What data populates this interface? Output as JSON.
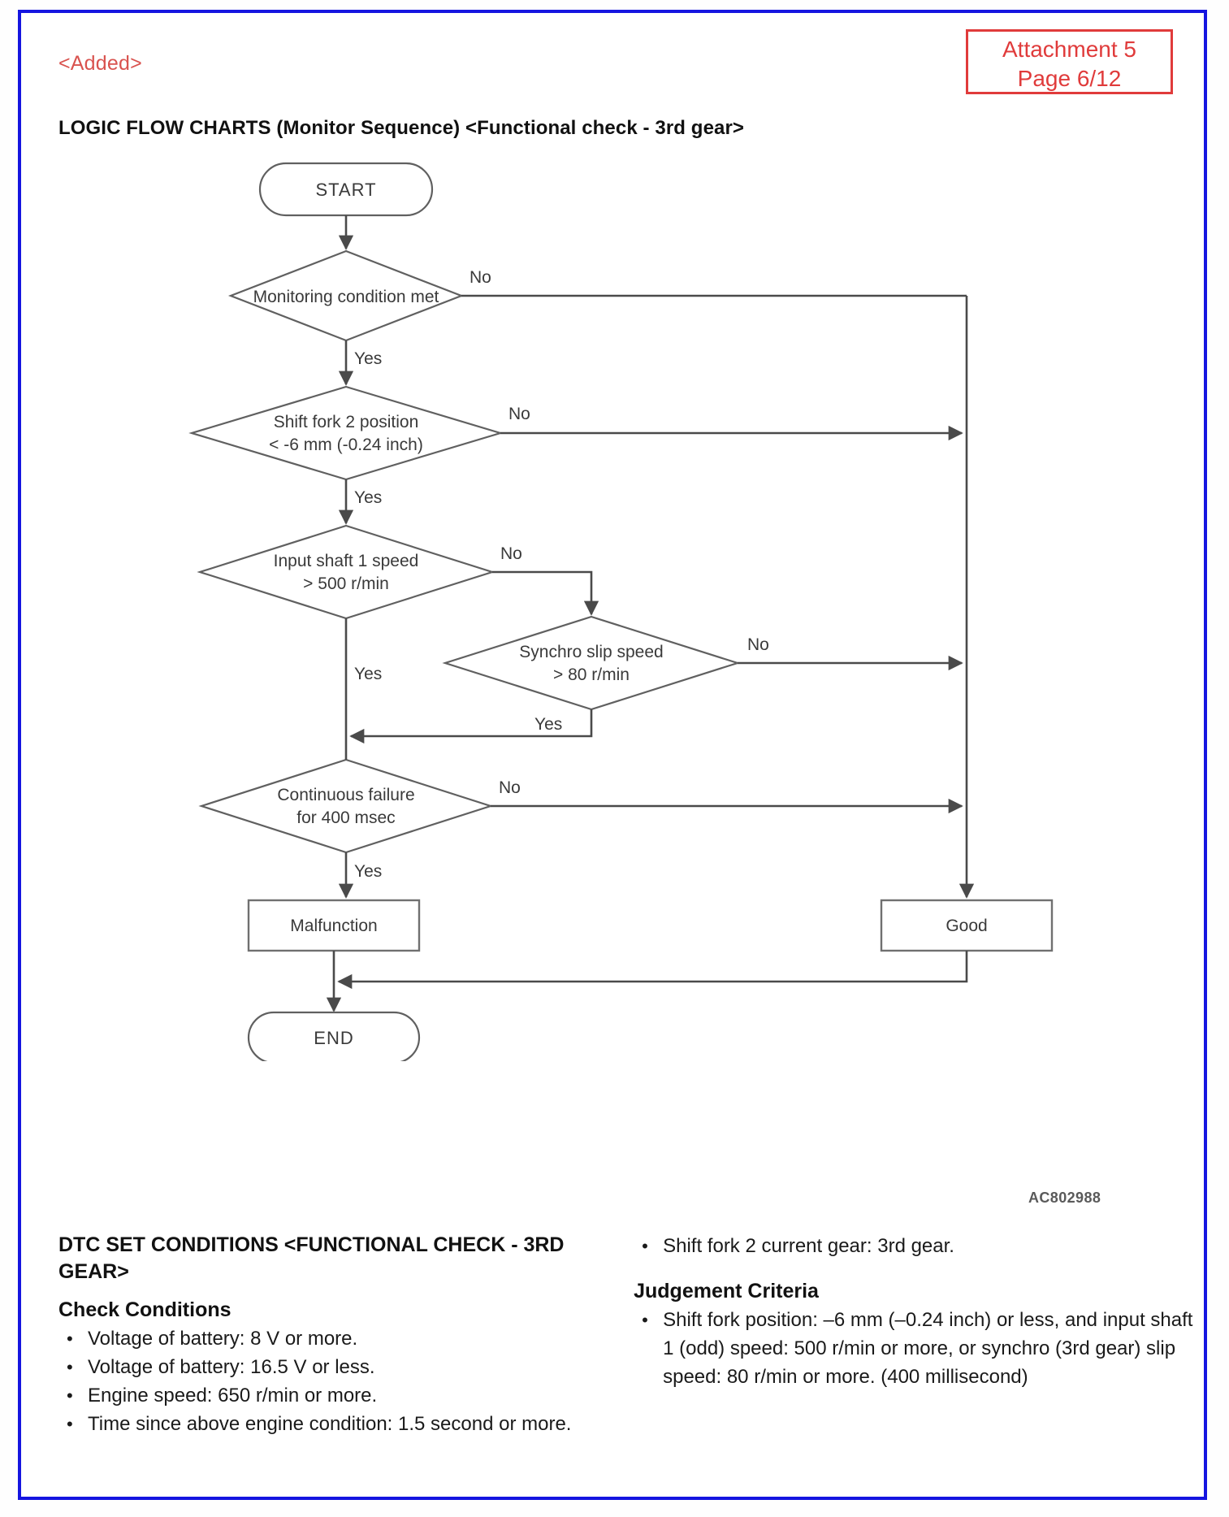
{
  "document": {
    "added_label": "<Added>",
    "attachment_line1": "Attachment 5",
    "attachment_line2": "Page 6/12",
    "chart_title": "LOGIC FLOW CHARTS (Monitor Sequence) <Functional check - 3rd gear>",
    "figure_code": "AC802988",
    "frame_color": "#1515e0",
    "accent_red": "#e03b3b"
  },
  "flowchart": {
    "nodes": {
      "start": "START",
      "decision1": "Monitoring condition met",
      "decision2_line1": "Shift fork 2 position",
      "decision2_line2": "< -6 mm (-0.24 inch)",
      "decision3_line1": "Input shaft 1 speed",
      "decision3_line2": "> 500 r/min",
      "decision4_line1": "Synchro slip speed",
      "decision4_line2": "> 80 r/min",
      "decision5_line1": "Continuous failure",
      "decision5_line2": "for 400 msec",
      "malfunction": "Malfunction",
      "good": "Good",
      "end": "END"
    },
    "edges": {
      "d1_no": "No",
      "d1_yes": "Yes",
      "d2_no": "No",
      "d2_yes": "Yes",
      "d3_no": "No",
      "d3_yes": "Yes",
      "d4_no": "No",
      "d4_yes": "Yes",
      "d5_no": "No",
      "d5_yes": "Yes"
    }
  },
  "conditions": {
    "left": {
      "section_title": "DTC SET CONDITIONS <FUNCTIONAL CHECK - 3RD GEAR>",
      "check_heading": "Check Conditions",
      "check_items": [
        "Voltage of battery: 8 V or more.",
        "Voltage of battery: 16.5 V or less.",
        "Engine speed: 650 r/min or more.",
        "Time since above engine condition: 1.5 second or more."
      ]
    },
    "right": {
      "extra_item": "Shift fork 2 current gear: 3rd gear.",
      "judgement_heading": "Judgement Criteria",
      "judgement_items": [
        "Shift fork position: –6 mm (–0.24 inch) or less, and input shaft 1 (odd) speed: 500 r/min or more, or synchro (3rd gear) slip speed: 80 r/min or more. (400 millisecond)"
      ]
    }
  }
}
